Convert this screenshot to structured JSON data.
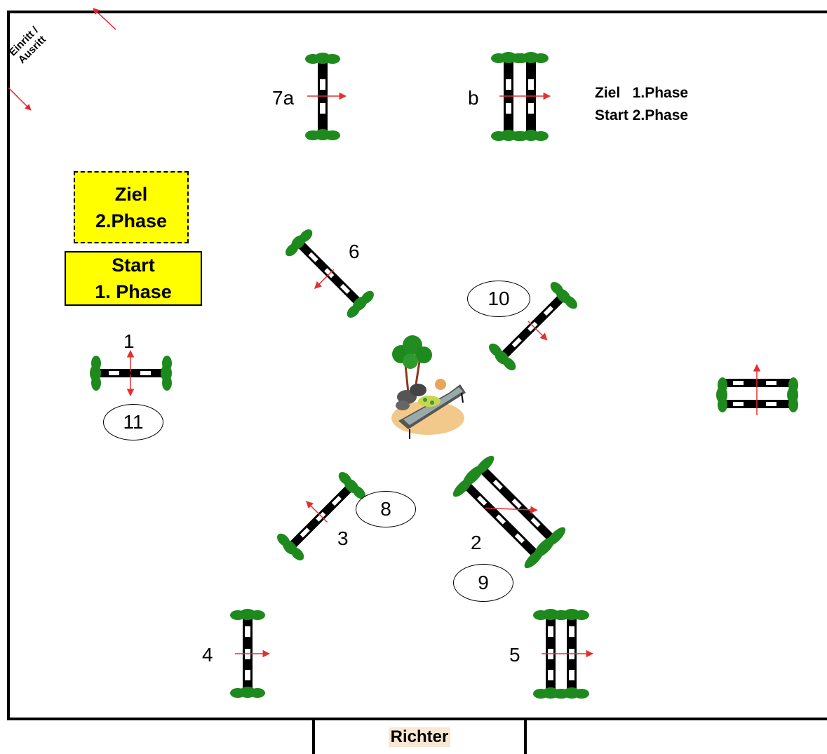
{
  "entry": {
    "line1": "Einritt /",
    "line2": "Ausritt"
  },
  "finish_box": {
    "line1": "Ziel",
    "line2": "2.Phase"
  },
  "start_box": {
    "line1": "Start",
    "line2": "1. Phase"
  },
  "phase_note": {
    "line1": "Ziel   1.Phase",
    "line2": "Start 2.Phase"
  },
  "obstacles": {
    "o1": "1",
    "o2": "2",
    "o3": "3",
    "o4": "4",
    "o5": "5",
    "o6": "6",
    "o7a": "7a",
    "ob": "b"
  },
  "repeats": {
    "r8": "8",
    "r9": "9",
    "r10": "10",
    "r11": "11"
  },
  "judge": "Richter",
  "colors": {
    "box_yellow": "#ffff00",
    "arrow_red": "#e8222a",
    "bush_green": "#1e8a1e"
  },
  "icons": [
    "bush-icon",
    "red-arrow-icon",
    "tree-icon",
    "deckchair-icon",
    "rock-icon"
  ]
}
